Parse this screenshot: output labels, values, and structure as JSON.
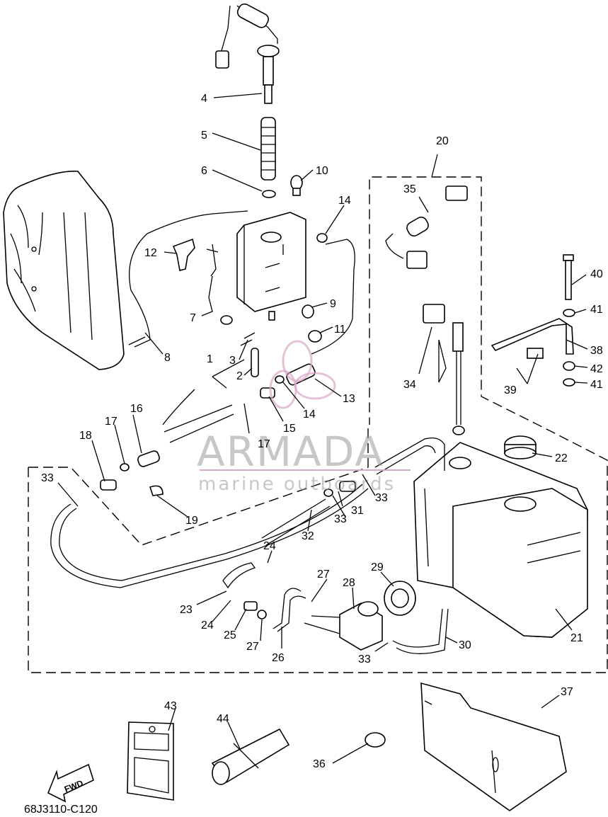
{
  "diagram": {
    "code": "68J3110-C120",
    "fwd_label": "FWD",
    "watermark": {
      "brand": "ARMADA",
      "tagline": "marine outboards"
    },
    "callouts": [
      {
        "id": "c1",
        "text": "1"
      },
      {
        "id": "c2",
        "text": "2"
      },
      {
        "id": "c3",
        "text": "3"
      },
      {
        "id": "c4",
        "text": "4"
      },
      {
        "id": "c5",
        "text": "5"
      },
      {
        "id": "c6",
        "text": "6"
      },
      {
        "id": "c7",
        "text": "7"
      },
      {
        "id": "c8",
        "text": "8"
      },
      {
        "id": "c9",
        "text": "9"
      },
      {
        "id": "c10",
        "text": "10"
      },
      {
        "id": "c11",
        "text": "11"
      },
      {
        "id": "c12",
        "text": "12"
      },
      {
        "id": "c13",
        "text": "13"
      },
      {
        "id": "c14a",
        "text": "14"
      },
      {
        "id": "c14b",
        "text": "14"
      },
      {
        "id": "c15",
        "text": "15"
      },
      {
        "id": "c16",
        "text": "16"
      },
      {
        "id": "c17a",
        "text": "17"
      },
      {
        "id": "c17b",
        "text": "17"
      },
      {
        "id": "c18",
        "text": "18"
      },
      {
        "id": "c19",
        "text": "19"
      },
      {
        "id": "c20",
        "text": "20"
      },
      {
        "id": "c21",
        "text": "21"
      },
      {
        "id": "c22",
        "text": "22"
      },
      {
        "id": "c23",
        "text": "23"
      },
      {
        "id": "c24a",
        "text": "24"
      },
      {
        "id": "c24b",
        "text": "24"
      },
      {
        "id": "c25",
        "text": "25"
      },
      {
        "id": "c26",
        "text": "26"
      },
      {
        "id": "c27a",
        "text": "27"
      },
      {
        "id": "c27b",
        "text": "27"
      },
      {
        "id": "c28",
        "text": "28"
      },
      {
        "id": "c29",
        "text": "29"
      },
      {
        "id": "c30",
        "text": "30"
      },
      {
        "id": "c31",
        "text": "31"
      },
      {
        "id": "c32",
        "text": "32"
      },
      {
        "id": "c33a",
        "text": "33"
      },
      {
        "id": "c33b",
        "text": "33"
      },
      {
        "id": "c33c",
        "text": "33"
      },
      {
        "id": "c33d",
        "text": "33"
      },
      {
        "id": "c34",
        "text": "34"
      },
      {
        "id": "c35",
        "text": "35"
      },
      {
        "id": "c36",
        "text": "36"
      },
      {
        "id": "c37",
        "text": "37"
      },
      {
        "id": "c38",
        "text": "38"
      },
      {
        "id": "c39",
        "text": "39"
      },
      {
        "id": "c40",
        "text": "40"
      },
      {
        "id": "c41a",
        "text": "41"
      },
      {
        "id": "c41b",
        "text": "41"
      },
      {
        "id": "c42",
        "text": "42"
      },
      {
        "id": "c43",
        "text": "43"
      },
      {
        "id": "c44",
        "text": "44"
      }
    ]
  }
}
